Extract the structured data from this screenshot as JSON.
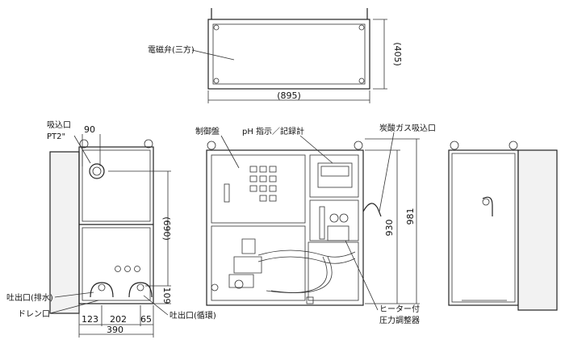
{
  "labels": {
    "solenoid_valve": "電磁弁(三方)",
    "suction_port": "吸込口",
    "pt": "PT2\"",
    "control_panel": "制御盤",
    "ph_meter": "pH 指示／記録計",
    "co2_suction": "炭酸ガス吸込口",
    "outlet_drain": "吐出口(排水)",
    "drain_port": "ドレン口",
    "outlet_circulation": "吐出口(循環)",
    "heater": "ヒーター付",
    "pressure_regulator": "圧力調整器"
  },
  "dimensions": {
    "top_height": "(405)",
    "top_width": "(895)",
    "d90": "90",
    "d690": "(690)",
    "d109": "109",
    "d123": "123",
    "d202": "202",
    "d65": "65",
    "d390": "390",
    "d930": "930",
    "d981": "981"
  }
}
